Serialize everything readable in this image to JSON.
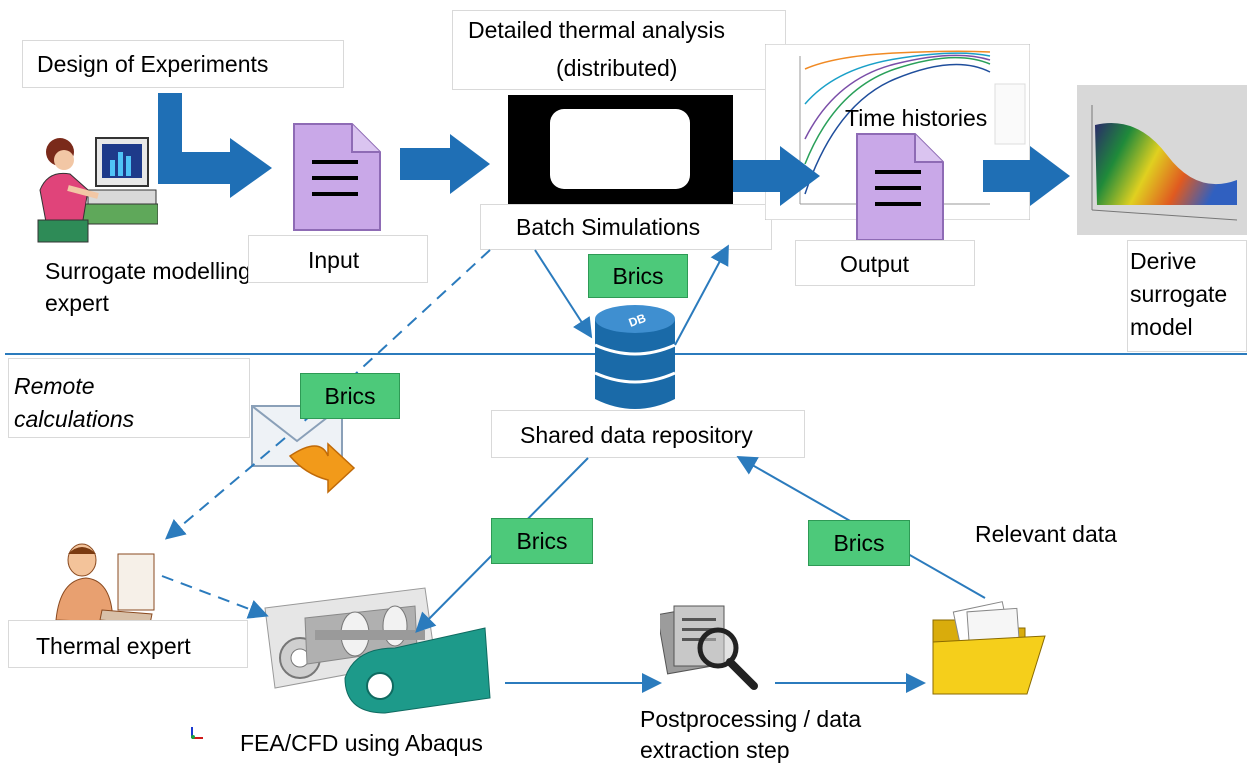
{
  "labels": {
    "design": "Design of Experiments",
    "detailed_line1": "Detailed thermal analysis",
    "detailed_line2": "(distributed)",
    "time_histories": "Time histories",
    "surrogate_expert_line1": "Surrogate modelling",
    "surrogate_expert_line2": "expert",
    "input": "Input",
    "batch": "Batch Simulations",
    "output": "Output",
    "derive_line1": "Derive",
    "derive_line2": "surrogate",
    "derive_line3": "model",
    "remote_line1": "Remote",
    "remote_line2": "calculations",
    "shared": "Shared data repository",
    "relevant": "Relevant data",
    "thermal": "Thermal expert",
    "fea": "FEA/CFD using Abaqus",
    "post_line1": "Postprocessing / data",
    "post_line2": "extraction step",
    "db": "DB"
  },
  "brics": "Brics",
  "colors": {
    "arrow_blue": "#1f6fb5",
    "brics_green": "#4dc97a",
    "doc_purple": "#c9a8e8",
    "db_blue": "#1a6aa8",
    "folder_yellow": "#f5cf1b"
  },
  "icons": [
    "computer-user-icon",
    "document-icon",
    "monitor-icon",
    "chart-thumbnail",
    "surface-plot-thumbnail",
    "database-icon",
    "email-icon",
    "thermal-expert-icon",
    "fea-model-icon",
    "magnifier-documents-icon",
    "folder-icon"
  ]
}
